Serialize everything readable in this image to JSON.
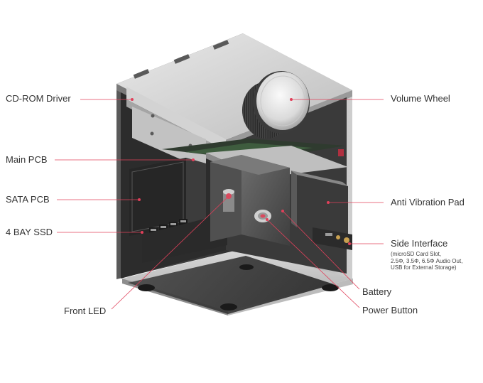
{
  "colors": {
    "leader_line": "#e0405a",
    "dot": "#e0405a",
    "label_text": "#333333"
  },
  "callouts": {
    "cd_rom": "CD-ROM Driver",
    "main_pcb": "Main PCB",
    "sata_pcb": "SATA PCB",
    "ssd_bay": "4 BAY SSD",
    "front_led": "Front LED",
    "volume_wheel": "Volume Wheel",
    "anti_vibration": "Anti Vibration Pad",
    "side_interface": "Side Interface",
    "side_interface_details": [
      "(microSD Card Slot,",
      "2.5Φ, 3.5Φ, 6.5Φ Audio Out,",
      "USB for External Storage)"
    ],
    "battery": "Battery",
    "power_button": "Power Button"
  }
}
